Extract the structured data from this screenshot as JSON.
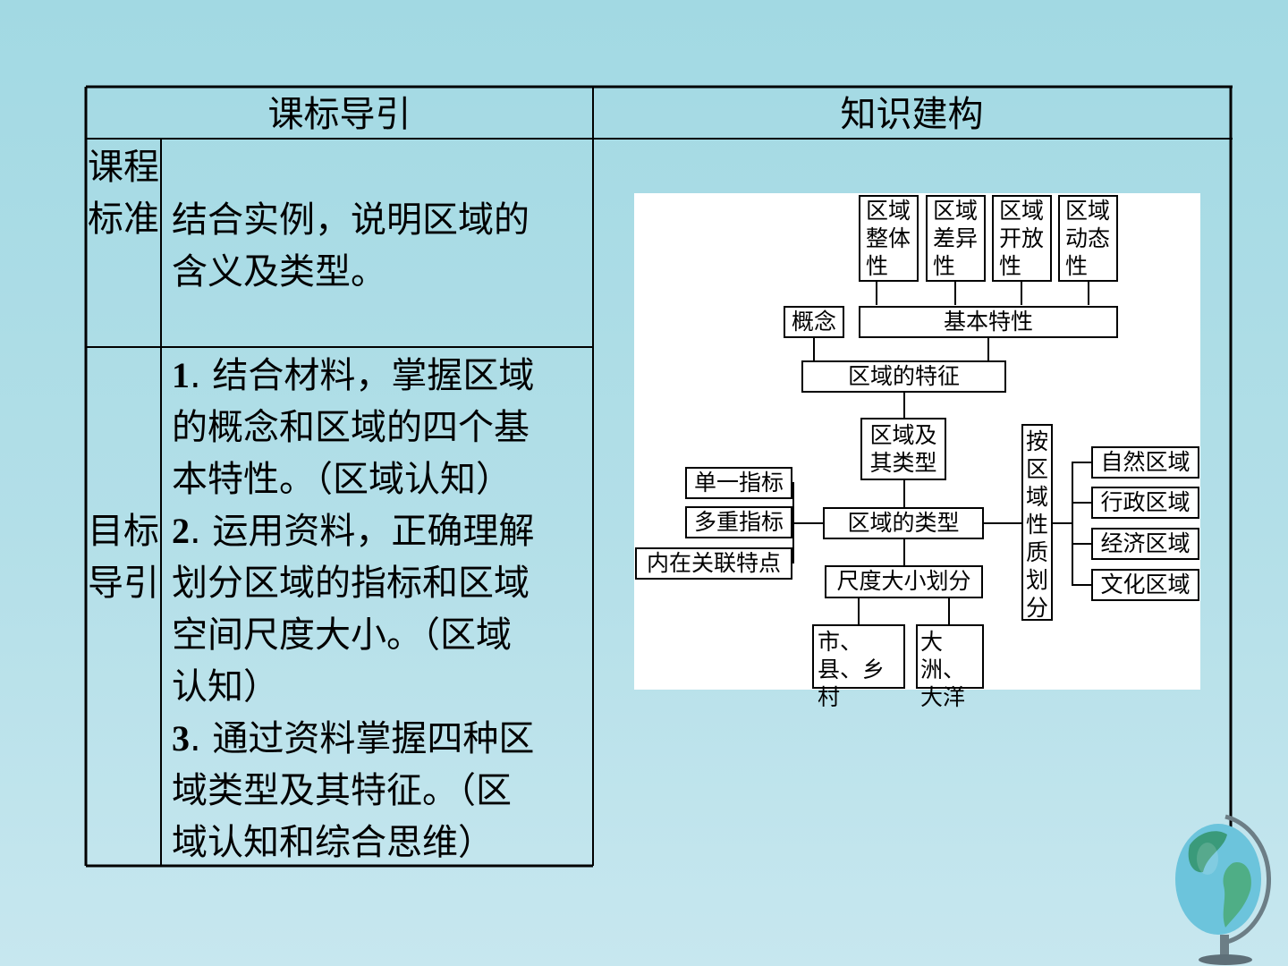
{
  "table": {
    "header_left": "课标导引",
    "header_right": "知识建构",
    "row1_label": "课程标准",
    "row1_text_lines": [
      "结合实例，说明区域的",
      "含义及类型。"
    ],
    "row2_label": "目标导引",
    "row2_items": [
      {
        "num": "1",
        "lines": [
          ". 结合材料，掌握区域",
          "的概念和区域的四个基",
          "本特性。（区域认知）"
        ]
      },
      {
        "num": "2",
        "lines": [
          ". 运用资料，正确理解",
          "划分区域的指标和区域",
          "空间尺度大小。（区域",
          "认知）"
        ]
      },
      {
        "num": "3",
        "lines": [
          ". 通过资料掌握四种区",
          "域类型及其特征。（区",
          "域认知和综合思维）"
        ]
      }
    ]
  },
  "diagram": {
    "traits": [
      "区域整体性",
      "区域差异性",
      "区域开放性",
      "区域动态性"
    ],
    "concept": "概念",
    "basic_traits": "基本特性",
    "features": "区域的特征",
    "region_types_root": "区域及其类型",
    "region_types": "区域的类型",
    "indicators": [
      "单一指标",
      "多重指标",
      "内在关联特点"
    ],
    "by_nature": "按区域性质划分",
    "nature_types": [
      "自然区域",
      "行政区域",
      "经济区域",
      "文化区域"
    ],
    "scale": "尺度大小划分",
    "scale_small": "市、县、乡村",
    "scale_large": "大洲、大洋"
  }
}
